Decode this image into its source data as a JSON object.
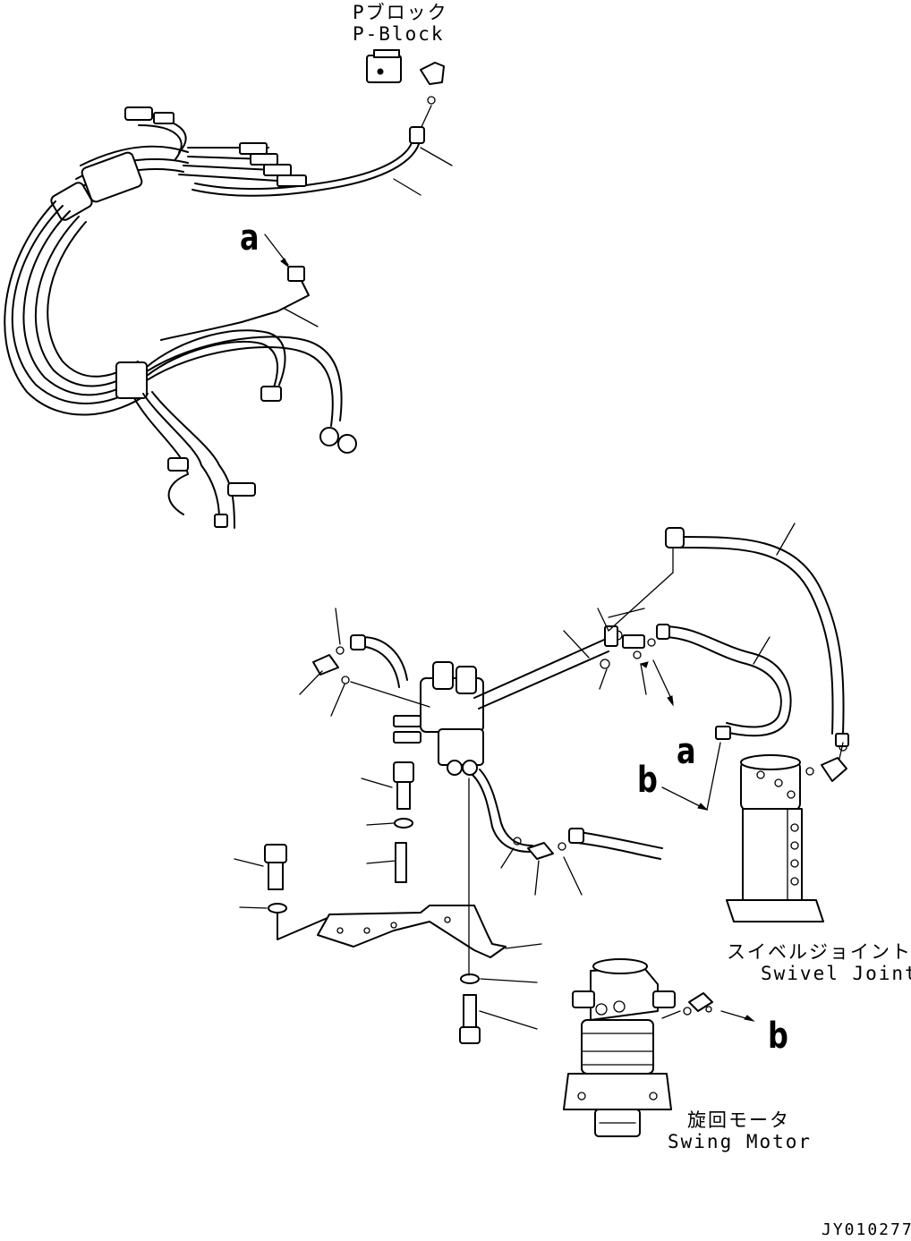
{
  "labels": {
    "p_block_jp": "Pブロック",
    "p_block_en": "P-Block",
    "swivel_jp": "スイベルジョイント",
    "swivel_en": "Swivel Joint",
    "swing_motor_jp": "旋回モータ",
    "swing_motor_en": "Swing Motor"
  },
  "refs": {
    "a_top": "a",
    "a_mid": "a",
    "b_left": "b",
    "b_right": "b"
  },
  "drawing_code": "JY010277"
}
